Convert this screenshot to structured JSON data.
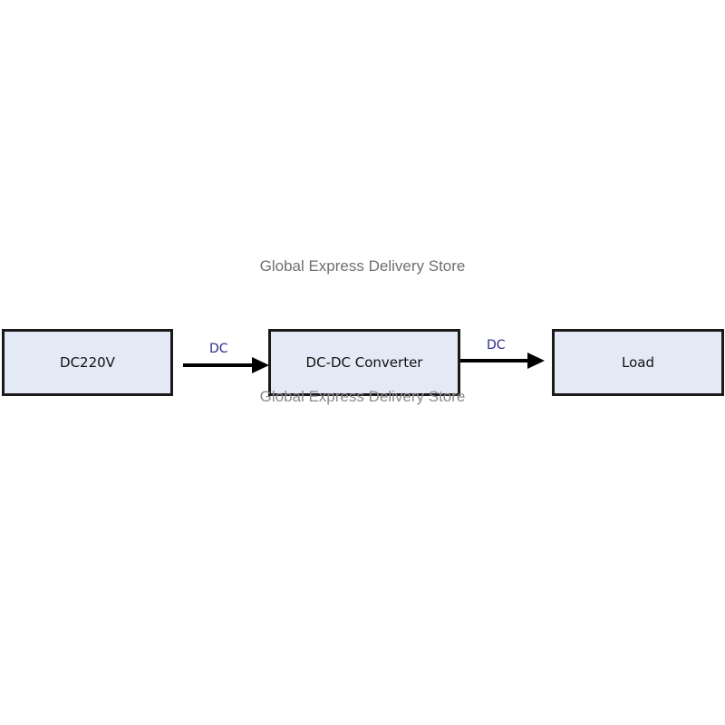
{
  "diagram": {
    "blocks": [
      {
        "id": "source",
        "label": "DC220V"
      },
      {
        "id": "converter",
        "label": "DC-DC Converter"
      },
      {
        "id": "load",
        "label": "Load"
      }
    ],
    "edges": [
      {
        "from": "source",
        "to": "converter",
        "label": "DC"
      },
      {
        "from": "converter",
        "to": "load",
        "label": "DC"
      }
    ]
  },
  "watermarks": {
    "top": "Global Express Delivery Store",
    "overlay": "Global Express Delivery Store"
  },
  "colors": {
    "block_fill": "#e4e9f6",
    "block_border": "#1a1a1a",
    "arrow": "#000000",
    "edge_label": "#2a2a8c",
    "watermark": "#6f6f6f"
  }
}
